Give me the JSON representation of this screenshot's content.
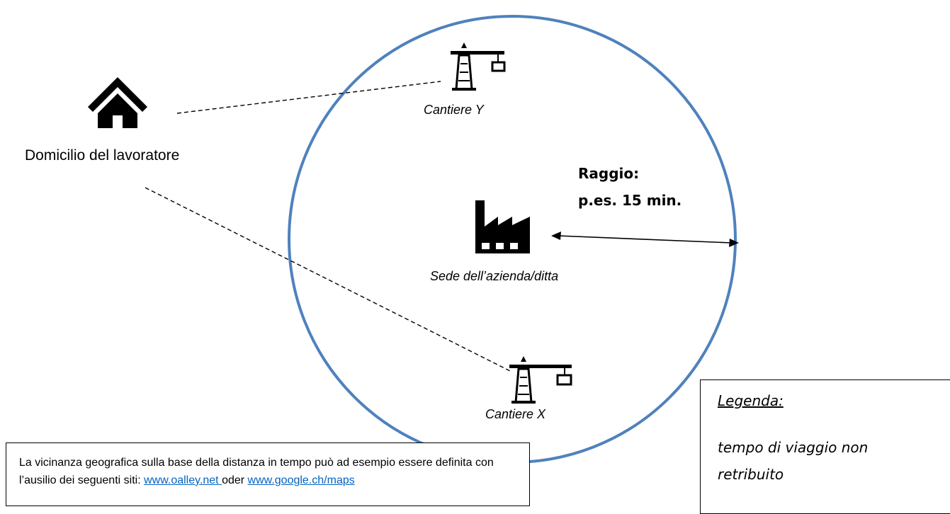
{
  "diagram": {
    "home": {
      "icon": "house-icon",
      "label": "Domicilio del lavoratore"
    },
    "site_y": {
      "icon": "crane-icon",
      "label": "Cantiere Y"
    },
    "site_x": {
      "icon": "crane-icon",
      "label": "Cantiere X"
    },
    "headquarters": {
      "icon": "factory-icon",
      "label": "Sede dell’azienda/ditta"
    },
    "radius": {
      "title": "Raggio:",
      "value": "p.es. 15 min."
    },
    "colors": {
      "circle": "#4f81bd",
      "link": "#0563c1",
      "ink": "#000000"
    }
  },
  "note": {
    "text_before": "La vicinanza geografica sulla base della distanza in tempo può ad esempio essere definita con l’ausilio dei seguenti siti: ",
    "link1": "www.oalley.net ",
    "text_middle": "oder ",
    "link2": "www.google.ch/maps"
  },
  "legend": {
    "title": "Legenda:",
    "description": "tempo di viaggio non retribuito"
  }
}
